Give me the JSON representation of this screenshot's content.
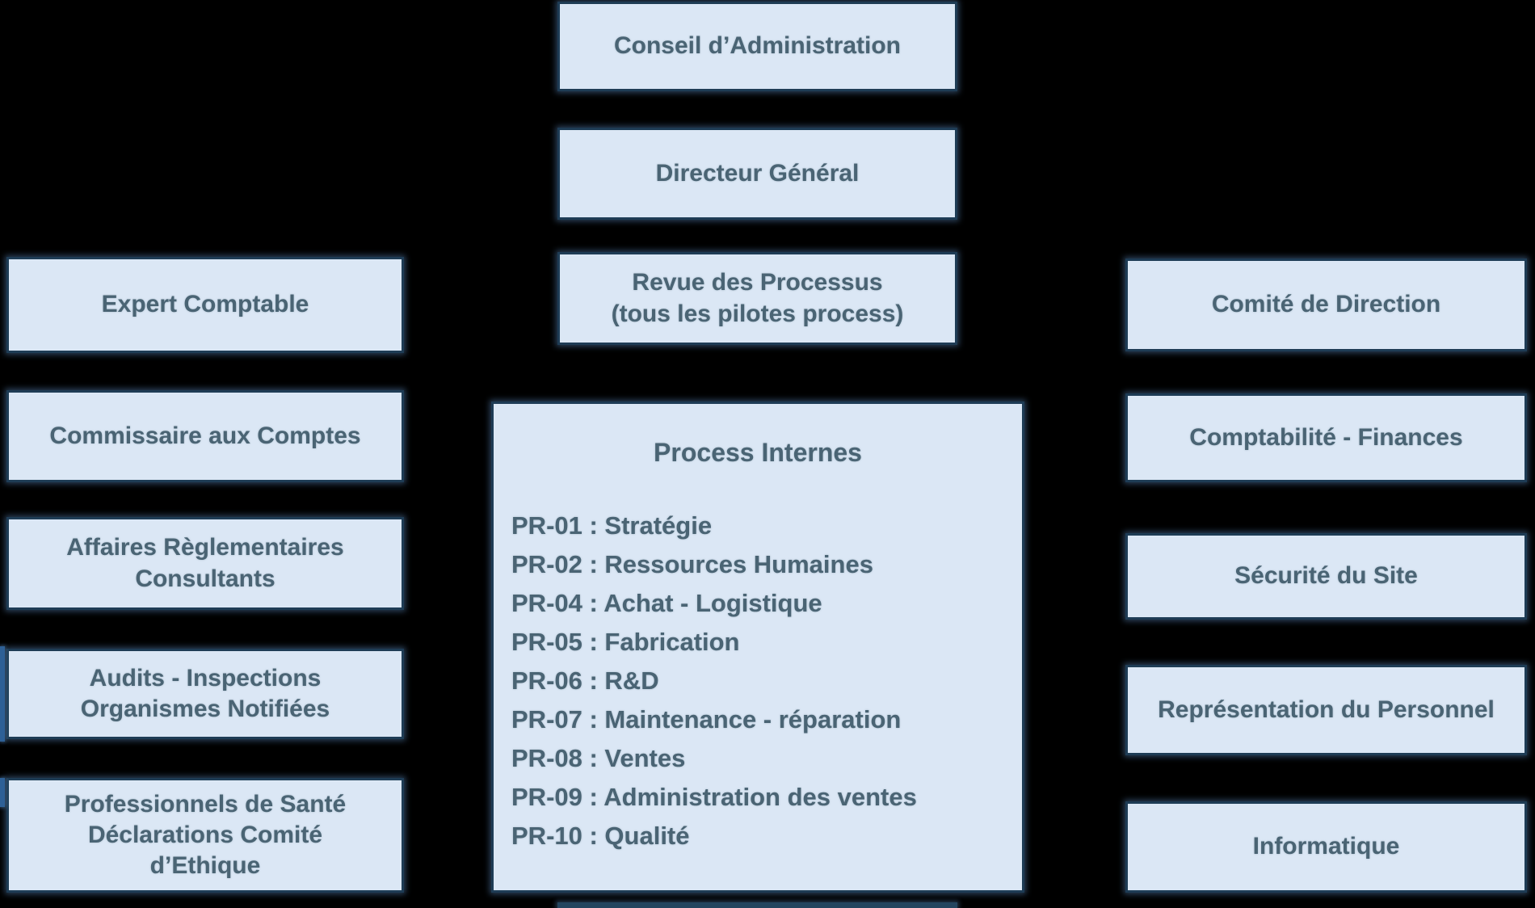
{
  "diagram": {
    "background": "#000000",
    "box_fill": "#dbe7f5",
    "box_border": "#1e3c55",
    "text_color": "#4a6474",
    "accent_blue": "#2e6096"
  },
  "top_flow": {
    "items": [
      {
        "label": "Conseil d’Administration"
      },
      {
        "label": "Directeur Général"
      },
      {
        "label": "Revue des Processus\n(tous les pilotes process)"
      }
    ]
  },
  "left_column": {
    "items": [
      {
        "label": "Expert Comptable"
      },
      {
        "label": "Commissaire aux Comptes"
      },
      {
        "label": "Affaires Règlementaires\nConsultants"
      },
      {
        "label": "Audits - Inspections\nOrganismes Notifiées"
      },
      {
        "label": "Professionnels de Santé\nDéclarations Comité\nd’Ethique"
      }
    ]
  },
  "right_column": {
    "items": [
      {
        "label": "Comité de Direction"
      },
      {
        "label": "Comptabilité - Finances"
      },
      {
        "label": "Sécurité du Site"
      },
      {
        "label": "Représentation du Personnel"
      },
      {
        "label": "Informatique"
      }
    ]
  },
  "process_box": {
    "title": "Process Internes",
    "items": [
      "PR-01 : Stratégie",
      "PR-02 : Ressources Humaines",
      "PR-04 : Achat - Logistique",
      "PR-05 : Fabrication",
      "PR-06 : R&D",
      "PR-07 : Maintenance - réparation",
      "PR-08 : Ventes",
      "PR-09 : Administration des ventes",
      "PR-10 : Qualité"
    ]
  }
}
